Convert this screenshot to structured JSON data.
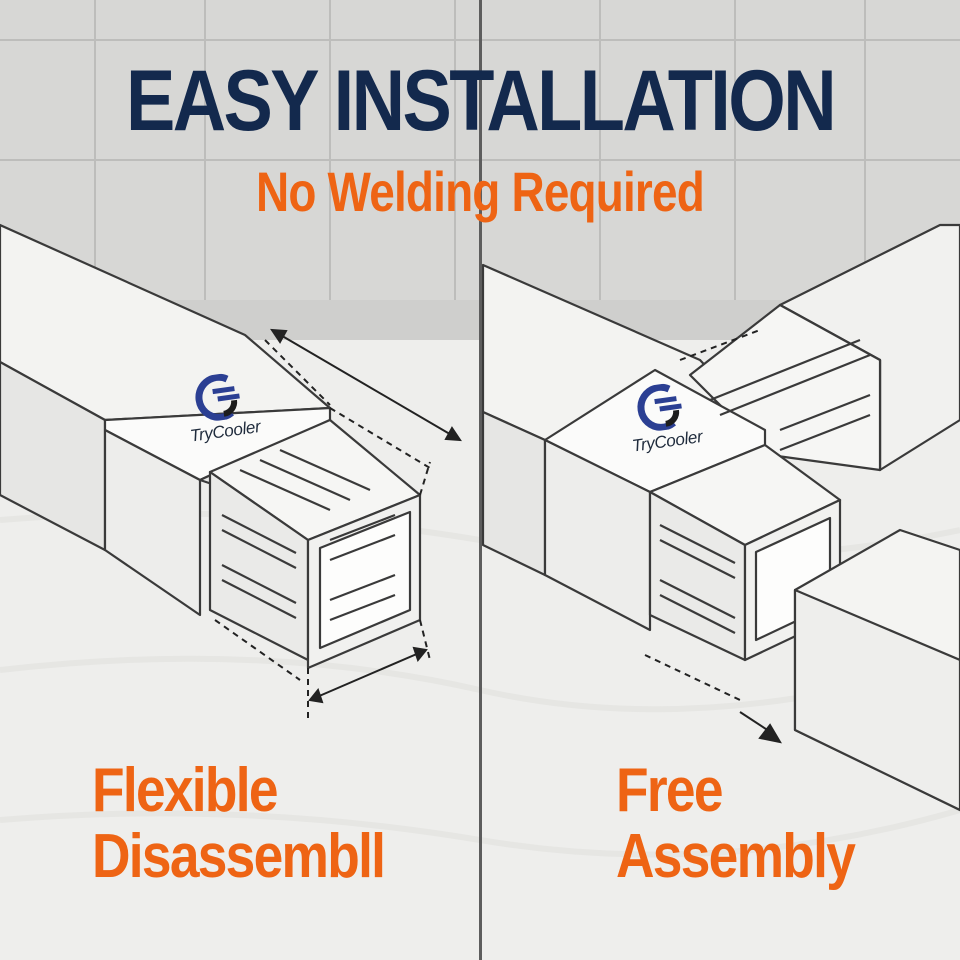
{
  "headline": "EASY INSTALLATION",
  "subheadline": "No Welding Required",
  "left_panel": {
    "caption_line1": "Flexible",
    "caption_line2": "Disassembll"
  },
  "right_panel": {
    "caption_line1": "Free",
    "caption_line2": "Assembly"
  },
  "brand": {
    "name": "TryCooler",
    "icon": "trycooler-logo-icon"
  },
  "colors": {
    "headline": "#13294d",
    "accent_orange": "#ee6414",
    "logo_blue": "#2b3f93",
    "outline": "#3a3a3a"
  }
}
